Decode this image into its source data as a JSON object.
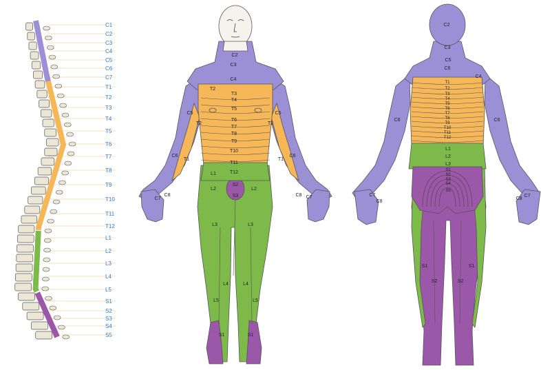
{
  "colors": {
    "cervical": "#9b8fd6",
    "thoracic": "#f6b759",
    "lumbar": "#7dba4a",
    "sacral": "#9b57a8",
    "bone": "#ece6d5",
    "outline": "#555555",
    "label_blue": "#2a7fd4",
    "guide_line": "#f0d9a8"
  },
  "spine_labels": [
    "C1",
    "C2",
    "C3",
    "C4",
    "C5",
    "C6",
    "C7",
    "T1",
    "T2",
    "T3",
    "T4",
    "T5",
    "T6",
    "T7",
    "T8",
    "T9",
    "T10",
    "T11",
    "T12",
    "L1",
    "L2",
    "L3",
    "L4",
    "L5",
    "S1",
    "S2",
    "S3",
    "S4",
    "S5"
  ],
  "front_labels": {
    "neck_c2": "C2",
    "neck_c3": "C3",
    "neck_c4": "C4",
    "chest_t2_left": "T2",
    "trunk": [
      "T3",
      "T4",
      "T5",
      "T6",
      "T7",
      "T8",
      "T9",
      "T10",
      "T11",
      "T12"
    ],
    "arm_right": [
      "C5",
      "T2",
      "C6",
      "T1"
    ],
    "arm_left": [
      "C5",
      "T2",
      "C6",
      "T1"
    ],
    "groin": [
      "L1",
      "S2",
      "S3"
    ],
    "thigh": [
      "L2",
      "L2",
      "L3",
      "L3"
    ],
    "shin": [
      "L4",
      "L4",
      "L5",
      "L5"
    ],
    "foot": [
      "S1",
      "S1"
    ],
    "hand_right": [
      "C7",
      "C8"
    ],
    "hand_left": [
      "C8",
      "C7"
    ]
  },
  "back_labels": {
    "head": "C2",
    "neck": [
      "C3",
      "C5",
      "C6"
    ],
    "shoulder": "C4",
    "trunk": [
      "T1",
      "T2",
      "T3",
      "T4",
      "T5",
      "T6",
      "T7",
      "T8",
      "T9",
      "T10",
      "T11",
      "T12"
    ],
    "lumbar": [
      "L1",
      "L2",
      "L3"
    ],
    "sacral": [
      "S1",
      "S2",
      "S3",
      "S4",
      "S5"
    ],
    "arm": [
      "C6",
      "C6"
    ],
    "hand_left": [
      "C7",
      "C8"
    ],
    "hand_right": [
      "C8",
      "C7"
    ],
    "legs": [
      "S1",
      "S2",
      "S2",
      "S1"
    ]
  }
}
